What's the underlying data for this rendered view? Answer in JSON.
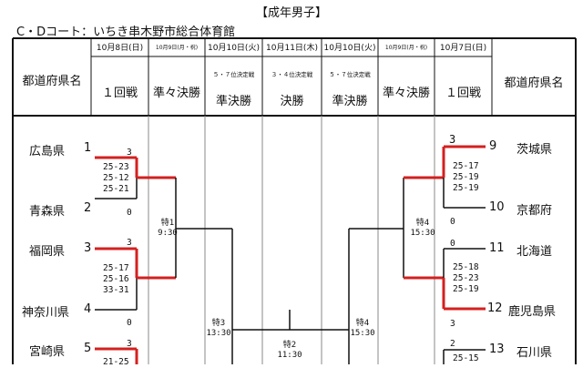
{
  "title": "【成年男子】",
  "court": "C・Dコート：いちき串木野市総合体育館",
  "columns": [
    {
      "date": "",
      "round": "都道府県名",
      "sub": ""
    },
    {
      "date": "10月8日(日)",
      "round": "１回戦",
      "sub": ""
    },
    {
      "date": "10月9日(月・祝)",
      "round": "準々決勝",
      "sub": ""
    },
    {
      "date": "10月10日(火)",
      "round": "準決勝",
      "sub": "５・７位決定戦"
    },
    {
      "date": "10月11日(木)",
      "round": "決勝",
      "sub": "３・４位決定戦"
    },
    {
      "date": "10月10日(火)",
      "round": "準決勝",
      "sub": "５・７位決定戦"
    },
    {
      "date": "10月9日(月・祝)",
      "round": "準々決勝",
      "sub": ""
    },
    {
      "date": "10月7日(日)",
      "round": "１回戦",
      "sub": ""
    },
    {
      "date": "",
      "round": "都道府県名",
      "sub": ""
    }
  ],
  "left_teams": [
    {
      "num": "1",
      "name": "広島県",
      "score": "3"
    },
    {
      "num": "2",
      "name": "青森県",
      "score": "0"
    },
    {
      "num": "3",
      "name": "福岡県",
      "score": "3"
    },
    {
      "num": "4",
      "name": "神奈川県",
      "score": "0"
    },
    {
      "num": "5",
      "name": "宮崎県",
      "score": "3"
    }
  ],
  "right_teams": [
    {
      "num": "9",
      "name": "茨城県",
      "score": "3"
    },
    {
      "num": "10",
      "name": "京都府",
      "score": "0"
    },
    {
      "num": "11",
      "name": "北海道",
      "score": "0"
    },
    {
      "num": "12",
      "name": "鹿児島県",
      "score": "3"
    },
    {
      "num": "13",
      "name": "石川県",
      "score": "2"
    }
  ],
  "set_scores": {
    "m1": [
      "25-23",
      "25-12",
      "25-21"
    ],
    "m2": [
      "25-17",
      "25-16",
      "33-31"
    ],
    "m3": [
      "21-25"
    ],
    "m9": [
      "25-17",
      "25-19",
      "25-19"
    ],
    "m10": [
      "25-18",
      "25-23",
      "25-19"
    ],
    "m11": [
      "25-15"
    ]
  },
  "matches": {
    "toku1": {
      "label": "特1",
      "time": "9:30"
    },
    "toku3": {
      "label": "特3",
      "time": "13:30"
    },
    "toku2": {
      "label": "特2",
      "time": "11:30"
    },
    "toku4a": {
      "label": "特4",
      "time": "15:30"
    },
    "toku4b": {
      "label": "特4",
      "time": "15:30"
    }
  },
  "colors": {
    "winner_line": "#d42020",
    "line": "#111111",
    "grid": "#888888"
  }
}
